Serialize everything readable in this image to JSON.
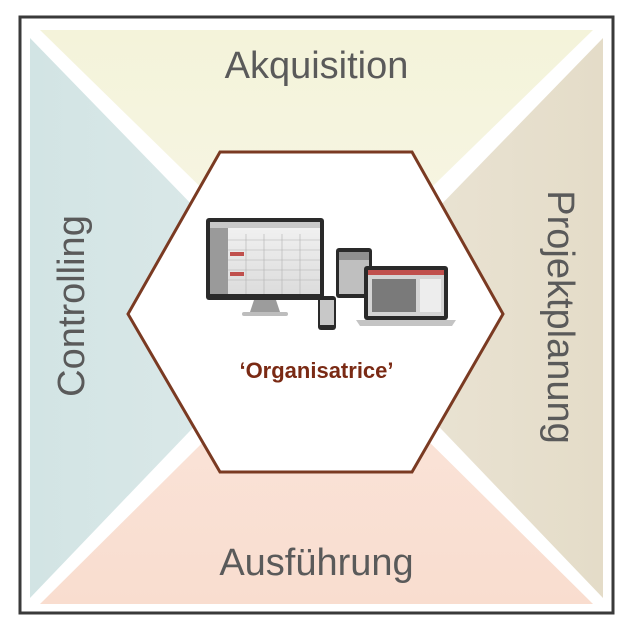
{
  "diagram": {
    "quadrants": {
      "top": {
        "label": "Akquisition",
        "color": "#f4f3da"
      },
      "right": {
        "label": "Projektplanung",
        "color": "#e8e2d2"
      },
      "bottom": {
        "label": "Ausführung",
        "color": "#f8e0d4"
      },
      "left": {
        "label": "Controlling",
        "color": "#d6e6e6"
      }
    },
    "center": {
      "title": "‘Organisatrice’",
      "hexagon_border_color": "#7a3a22",
      "title_color": "#7a2a14",
      "illustration": "multi-device-screens-image"
    },
    "frame_color": "#3a3a3a"
  }
}
